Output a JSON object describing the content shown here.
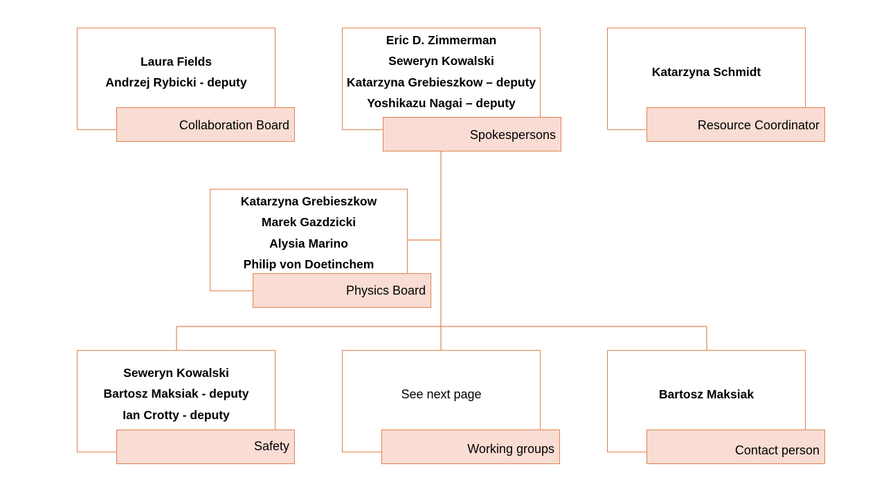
{
  "diagram": {
    "line_color": "#e0824f",
    "label_fill": "#f9dcd3",
    "nodes": {
      "collaboration_board": {
        "title": "Collaboration Board",
        "members": [
          "Laura Fields",
          "Andrzej Rybicki - deputy"
        ]
      },
      "spokespersons": {
        "title": "Spokespersons",
        "members": [
          "Eric D. Zimmerman",
          "Seweryn Kowalski",
          "Katarzyna Grebieszkow – deputy",
          "Yoshikazu Nagai – deputy"
        ]
      },
      "resource_coordinator": {
        "title": "Resource Coordinator",
        "members": [
          "Katarzyna Schmidt"
        ]
      },
      "physics_board": {
        "title": "Physics Board",
        "members": [
          "Katarzyna Grebieszkow",
          "Marek Gazdzicki",
          "Alysia Marino",
          "Philip von Doetinchem"
        ]
      },
      "safety": {
        "title": "Safety",
        "members": [
          "Seweryn Kowalski",
          "Bartosz Maksiak - deputy",
          "Ian Crotty - deputy"
        ]
      },
      "working_groups": {
        "title": "Working groups",
        "note": "See next page"
      },
      "contact_person": {
        "title": "Contact person",
        "members": [
          "Bartosz Maksiak"
        ]
      }
    }
  }
}
